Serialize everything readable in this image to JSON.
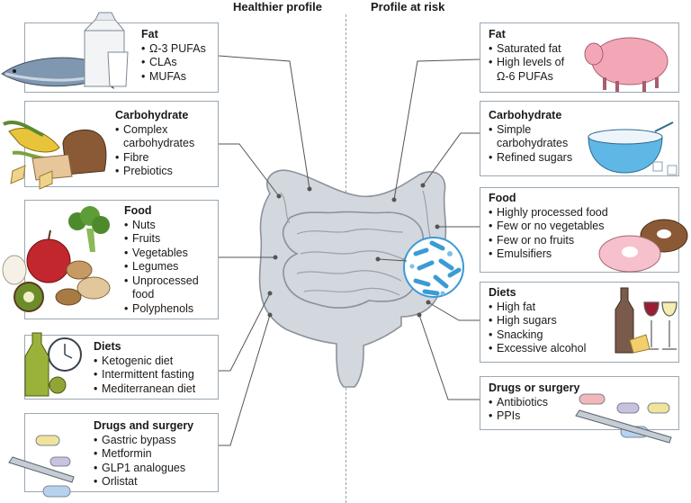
{
  "headers": {
    "left": "Healthier profile",
    "right": "Profile at risk"
  },
  "healthy": [
    {
      "title": "Fat",
      "items": [
        "Ω-3 PUFAs",
        "CLAs",
        "MUFAs"
      ]
    },
    {
      "title": "Carbohydrate",
      "items": [
        "Complex",
        "carbohydrates",
        "Fibre",
        "Prebiotics"
      ]
    },
    {
      "title": "Food",
      "items": [
        "Nuts",
        "Fruits",
        "Vegetables",
        "Legumes",
        "Unprocessed",
        "food",
        "Polyphenols"
      ]
    },
    {
      "title": "Diets",
      "items": [
        "Ketogenic diet",
        "Intermittent fasting",
        "Mediterranean diet"
      ]
    },
    {
      "title": "Drugs and surgery",
      "items": [
        "Gastric bypass",
        "Metformin",
        "GLP1 analogues",
        "Orlistat"
      ]
    }
  ],
  "risk": [
    {
      "title": "Fat",
      "items": [
        "Saturated fat",
        "High levels of",
        "Ω-6 PUFAs"
      ]
    },
    {
      "title": "Carbohydrate",
      "items": [
        "Simple",
        "carbohydrates",
        "Refined sugars"
      ]
    },
    {
      "title": "Food",
      "items": [
        "Highly processed food",
        "Few or no vegetables",
        "Few or no fruits",
        "Emulsifiers"
      ]
    },
    {
      "title": "Diets",
      "items": [
        "High fat",
        "High sugars",
        "Snacking",
        "Excessive alcohol"
      ]
    },
    {
      "title": "Drugs or surgery",
      "items": [
        "Antibiotics",
        "PPIs"
      ]
    }
  ],
  "colors": {
    "box_border": "#9aa7b3",
    "intestine": "#d3d7de",
    "microbe": "#3b9bd6",
    "leader": "#555555"
  }
}
